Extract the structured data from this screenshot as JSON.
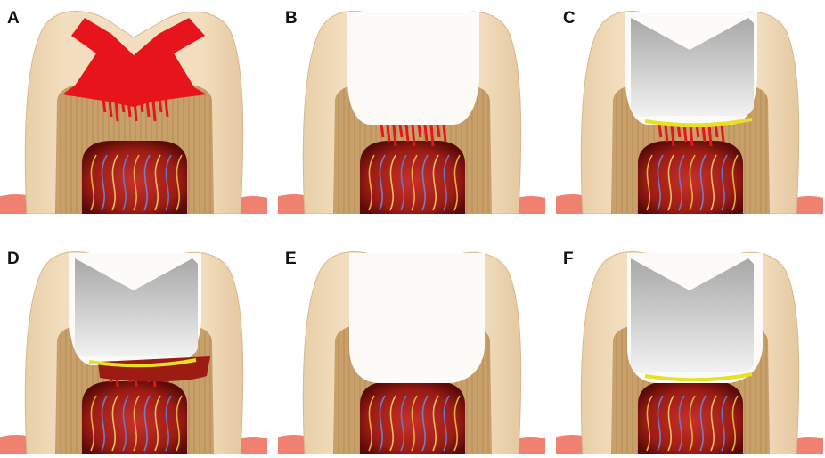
{
  "panels": [
    {
      "label": "A",
      "stage": "caries",
      "cavity": "caries-lesion",
      "infected_dentin": true,
      "lining": false,
      "pulp_dentin_layer": false,
      "restoration": "none"
    },
    {
      "label": "B",
      "stage": "partial-removal",
      "cavity": "prepared",
      "infected_dentin": true,
      "lining": false,
      "pulp_dentin_layer": false,
      "restoration": "none"
    },
    {
      "label": "C",
      "stage": "lined-and-restored",
      "cavity": "prepared",
      "infected_dentin": true,
      "lining": true,
      "pulp_dentin_layer": false,
      "restoration": "notched"
    },
    {
      "label": "D",
      "stage": "reentry",
      "cavity": "prepared",
      "infected_dentin": true,
      "lining": true,
      "pulp_dentin_layer": true,
      "restoration": "notched"
    },
    {
      "label": "E",
      "stage": "complete-removal",
      "cavity": "deep",
      "infected_dentin": false,
      "lining": false,
      "pulp_dentin_layer": false,
      "restoration": "none"
    },
    {
      "label": "F",
      "stage": "final-restoration",
      "cavity": "deep",
      "infected_dentin": false,
      "lining": true,
      "pulp_dentin_layer": false,
      "restoration": "notched"
    }
  ],
  "colors": {
    "enamel": "#f3dfc0",
    "dentin": "#c8a06a",
    "pulp": "#9c1c14",
    "caries": "#e8141c",
    "lining": "#e8e020",
    "restoration": "#a8a8a8",
    "gum": "#f08070"
  }
}
